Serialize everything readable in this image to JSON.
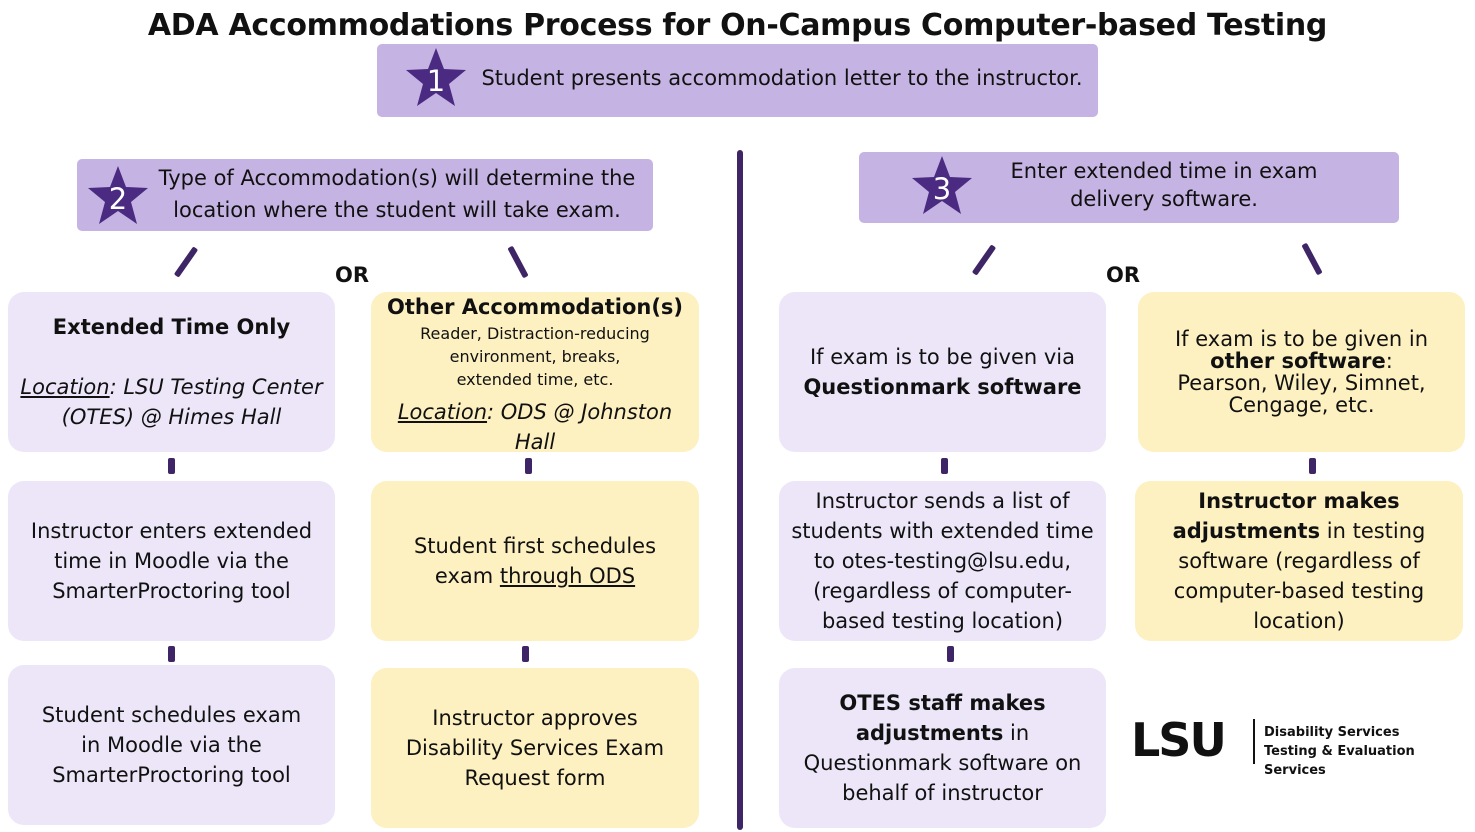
{
  "title": "ADA Accommodations Process for On-Campus Computer-based Testing",
  "steps": {
    "one": {
      "number": "1",
      "text": "Student presents accommodation letter to the instructor."
    },
    "two": {
      "number": "2",
      "line1": "Type of Accommodation(s) will determine the",
      "line2": "location where the student will take exam."
    },
    "three": {
      "number": "3",
      "line1": "Enter extended time in exam",
      "line2": "delivery software."
    }
  },
  "or_label": "OR",
  "left": {
    "extended": {
      "heading": "Extended Time Only",
      "location_label": "Location",
      "location_line1": ": LSU Testing Center",
      "location_line2": "(OTES) @ Himes Hall"
    },
    "other": {
      "heading": "Other Accommodation(s)",
      "detail_line1": "Reader, Distraction-reducing",
      "detail_line2": "environment, breaks,",
      "detail_line3": "extended time, etc.",
      "location_label": "Location",
      "location_rest": ": ODS @ Johnston Hall"
    },
    "moodle_enter": {
      "line1": "Instructor enters extended",
      "line2": "time in Moodle via the",
      "line3": "SmarterProctoring tool"
    },
    "ods_schedule": {
      "line1": "Student first schedules",
      "line2_pre": "exam ",
      "line2_link": "through ODS"
    },
    "moodle_schedule": {
      "line1": "Student schedules exam",
      "line2": "in Moodle via the",
      "line3": "SmarterProctoring tool"
    },
    "approve": {
      "line1": "Instructor approves",
      "line2": "Disability Services Exam",
      "line3": "Request form"
    }
  },
  "right": {
    "questionmark": {
      "line1": "If exam is to be given via",
      "line2": "Questionmark software"
    },
    "other_software": {
      "line1": "If exam is to be given in",
      "line2_bold": "other software",
      "line2_rest": ":",
      "line3": "Pearson, Wiley, Simnet,",
      "line4": "Cengage, etc."
    },
    "send_list": {
      "line1": "Instructor sends a list of",
      "line2": "students with extended time",
      "line3": "to otes-testing@lsu.edu,",
      "line4": "(regardless of computer-",
      "line5": "based testing location)"
    },
    "instructor_adjust": {
      "line1_bold": "Instructor makes",
      "line2_bold": "adjustments",
      "line2_rest": " in testing",
      "line3": "software (regardless of",
      "line4": "computer-based testing",
      "line5": "location)"
    },
    "otes_adjust": {
      "line1_bold": "OTES staff makes",
      "line2_bold": "adjustments",
      "line2_rest": " in",
      "line3": "Questionmark software on",
      "line4": "behalf of instructor"
    }
  },
  "logo": {
    "mark": "LSU",
    "line1": "Disability Services",
    "line2": "Testing & Evaluation Services"
  },
  "colors": {
    "header": "#c5b4e3",
    "star": "#4b2a82",
    "lavender_box": "#ece6f8",
    "yellow_box": "#fdf0c1",
    "connector": "#3e2566"
  }
}
